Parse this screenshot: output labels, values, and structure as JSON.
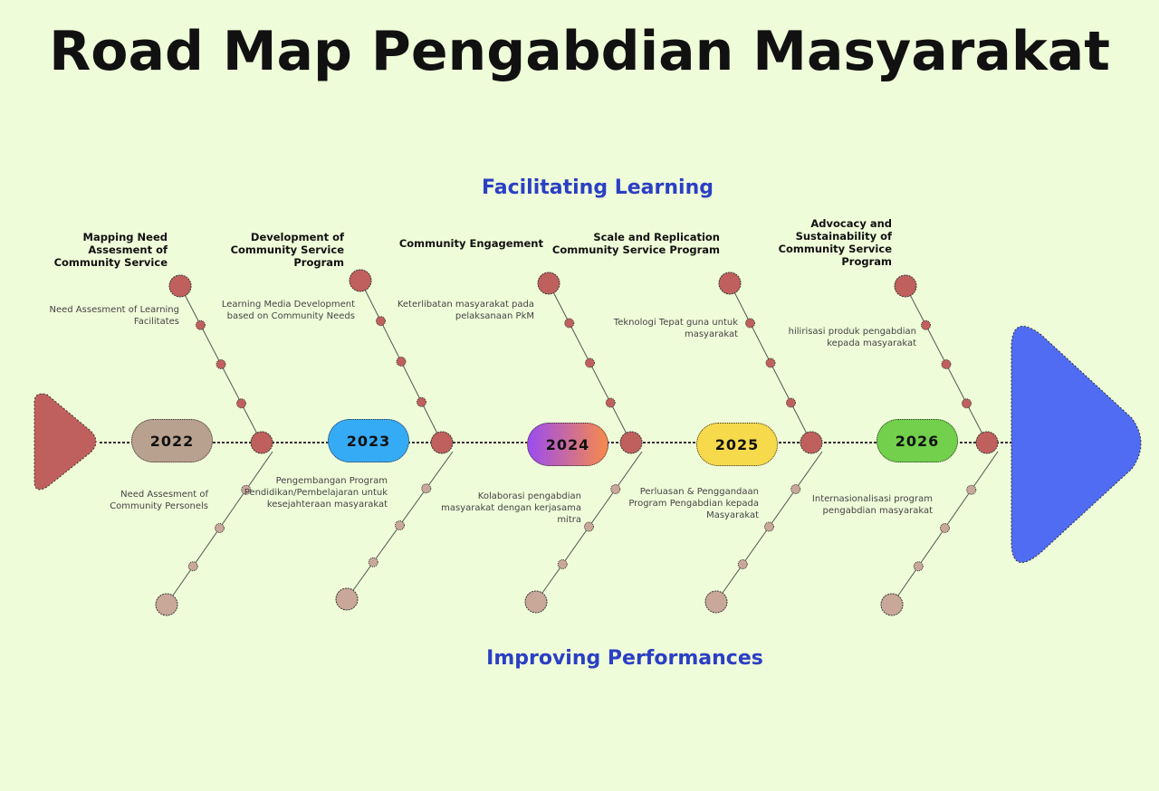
{
  "title": "Road Map Pengabdian Masyarakat",
  "top_band": "Facilitating Learning",
  "bottom_band": "Improving Performances",
  "colors": {
    "background": "#effcd9",
    "tail": "#c0605e",
    "head": "#4f6cf2",
    "node": "#c0605e",
    "lower_node": "#c9a89a"
  },
  "milestones": [
    {
      "year": "2022",
      "heading": "Mapping Need Assesment of Community Service",
      "upper_note": "Need  Assesment of Learning Facilitates",
      "lower_note": "Need  Assesment of Community  Personels",
      "color": "#b9a18f"
    },
    {
      "year": "2023",
      "heading": "Development of Community Service Program",
      "upper_note": "Learning Media Development based on Community Needs",
      "lower_note": "Pengembangan Program Pendidikan/Pembelajaran untuk kesejahteraan masyarakat",
      "color": "#36abf5"
    },
    {
      "year": "2024",
      "heading": "Community Engagement",
      "upper_note": "Keterlibatan masyarakat pada  pelaksanaan  PkM",
      "lower_note": "Kolaborasi pengabdian masyarakat dengan kerjasama mitra",
      "color": "gradient"
    },
    {
      "year": "2025",
      "heading": "Scale and Replication Community Service Program",
      "upper_note": "Teknologi Tepat guna untuk masyarakat",
      "lower_note": "Perluasan & Penggandaan Program Pengabdian kepada Masyarakat",
      "color": "#f7d94c"
    },
    {
      "year": "2026",
      "heading": "Advocacy and Sustainability of Community Service Program",
      "upper_note": "hilirisasi produk pengabdian kepada masyarakat",
      "lower_note": "Internasionalisasi program pengabdian masyarakat",
      "color": "#72d04c"
    }
  ]
}
